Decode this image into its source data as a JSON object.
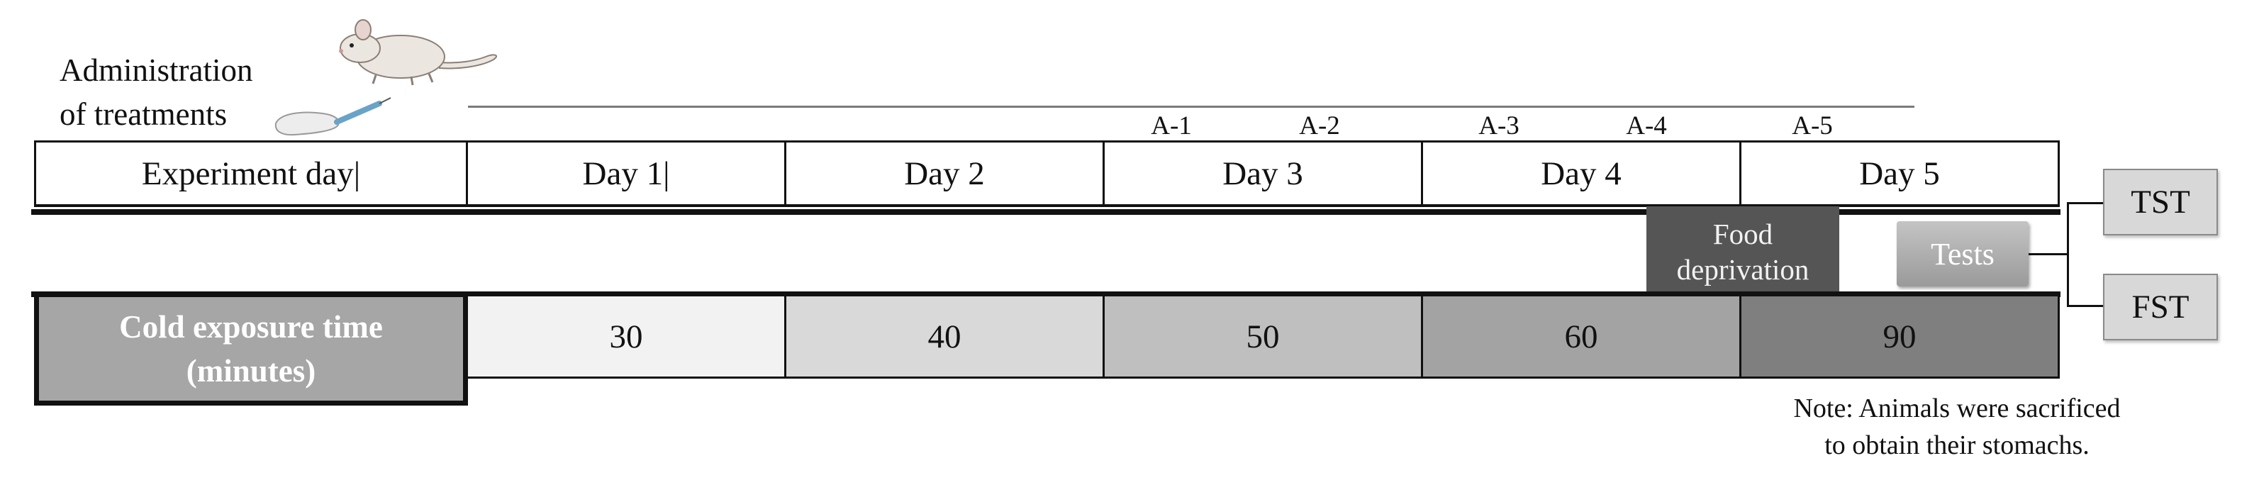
{
  "administration": {
    "line1": "Administration",
    "line2": "of treatments"
  },
  "a_marks": [
    "A-1",
    "A-2",
    "A-3",
    "A-4",
    "A-5"
  ],
  "experiment_label": "Experiment day|",
  "days": [
    "Day 1|",
    "Day 2",
    "Day 3",
    "Day 4",
    "Day 5"
  ],
  "food_deprivation": {
    "line1": "Food",
    "line2": "deprivation"
  },
  "tests_label": "Tests",
  "test_types": [
    "TST",
    "FST"
  ],
  "cold_exposure": {
    "line1": "Cold exposure time",
    "line2": "(minutes)"
  },
  "exposure_values": [
    "30",
    "40",
    "50",
    "60",
    "90"
  ],
  "exposure_colors": [
    "#f2f2f2",
    "#d9d9d9",
    "#bfbfbf",
    "#a3a3a3",
    "#7f7f7f"
  ],
  "note": {
    "line1": "Note: Animals were sacrificed",
    "line2": "to obtain their stomachs."
  }
}
